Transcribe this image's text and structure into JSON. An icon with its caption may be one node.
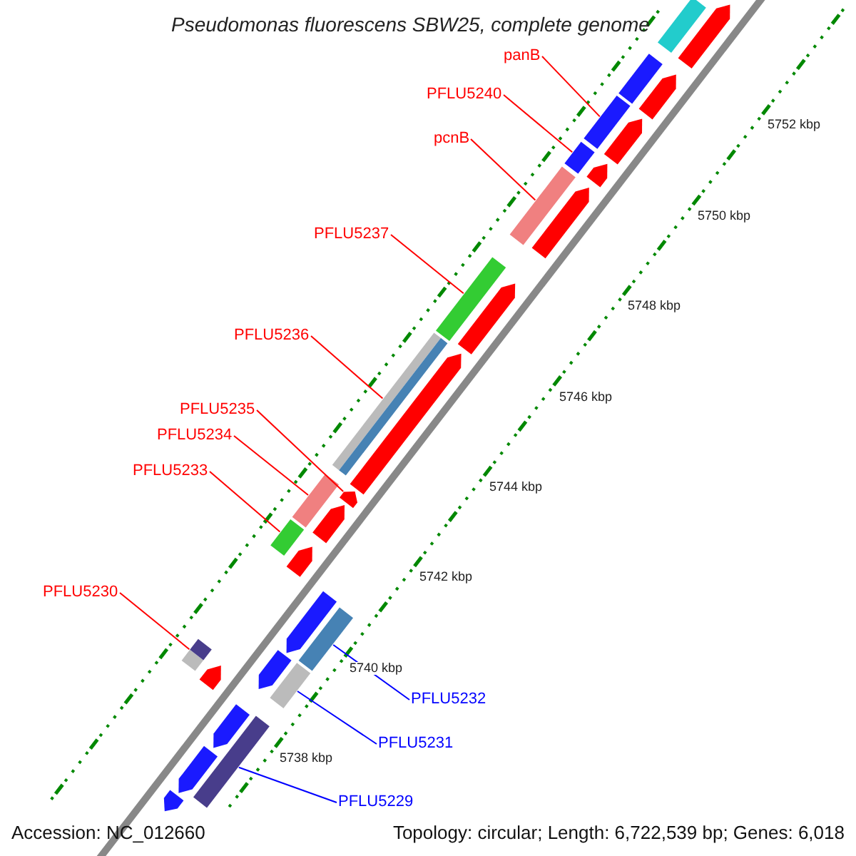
{
  "diagram": {
    "title": "Pseudomonas fluorescens SBW25, complete genome",
    "nodes": [
      {
        "text": [
          "panB"
        ]
      },
      {
        "text": [
          "PFLU5240"
        ]
      },
      {
        "text": [
          "pcnB"
        ]
      },
      {
        "text": [
          "PFLU5237"
        ]
      },
      {
        "text": [
          "PFLU5236"
        ]
      },
      {
        "text": [
          "PFLU5235"
        ]
      },
      {
        "text": [
          "PFLU5234"
        ]
      },
      {
        "text": [
          "PFLU5233"
        ]
      },
      {
        "text": [
          "PFLU5230"
        ]
      },
      {
        "text": [
          "PFLU5232"
        ]
      },
      {
        "text": [
          "PFLU5231"
        ]
      },
      {
        "text": [
          "PFLU5229"
        ]
      },
      {
        "text": [],
        "shape": "bar"
      },
      {
        "text": [],
        "shape": "bar"
      },
      {
        "text": [],
        "shape": "bar"
      },
      {
        "text": [],
        "shape": "bar"
      },
      {
        "text": [],
        "shape": "bar"
      },
      {
        "text": [],
        "shape": "arrow"
      },
      {
        "text": [],
        "shape": "bar"
      },
      {
        "text": [],
        "shape": "bar"
      },
      {
        "text": [],
        "shape": "bar"
      },
      {
        "text": [],
        "shape": "bar"
      },
      {
        "text": [],
        "shape": "bar"
      },
      {
        "text": [],
        "shape": "bar"
      },
      {
        "text": [],
        "shape": "bar"
      },
      {
        "text": [],
        "shape": "arrow"
      },
      {
        "text": [],
        "shape": "bar"
      },
      {
        "text": [],
        "shape": "arrow"
      },
      {
        "text": [],
        "shape": "arrow"
      },
      {
        "text": [],
        "shape": "arrow"
      },
      {
        "text": [],
        "shape": "arrow"
      },
      {
        "text": [],
        "shape": "arrow"
      },
      {
        "text": [],
        "shape": "arrow"
      },
      {
        "text": [],
        "shape": "arrow"
      },
      {
        "text": [],
        "shape": "arrow"
      },
      {
        "text": [],
        "shape": "arrow"
      },
      {
        "text": [],
        "shape": "arrow"
      },
      {
        "text": [],
        "shape": "arrow"
      },
      {
        "text": [],
        "shape": "arrow"
      },
      {
        "text": [],
        "shape": "arrow"
      },
      {
        "text": [],
        "shape": "arrow"
      }
    ],
    "edges": [
      {
        "from": 0,
        "to": 12,
        "arrow": "none"
      },
      {
        "from": 1,
        "to": 13,
        "arrow": "none"
      },
      {
        "from": 2,
        "to": 14,
        "arrow": "none"
      },
      {
        "from": 3,
        "to": 15,
        "arrow": "none"
      },
      {
        "from": 4,
        "to": 16,
        "arrow": "none"
      },
      {
        "from": 5,
        "to": 17,
        "arrow": "none"
      },
      {
        "from": 6,
        "to": 18,
        "arrow": "none"
      },
      {
        "from": 7,
        "to": 19,
        "arrow": "none"
      },
      {
        "from": 8,
        "to": 20,
        "arrow": "none"
      },
      {
        "from": 9,
        "to": 21,
        "arrow": "none",
        "color": "#0000ff"
      },
      {
        "from": 10,
        "to": 22,
        "arrow": "none",
        "color": "#0000ff"
      },
      {
        "from": 11,
        "to": 23,
        "arrow": "none",
        "color": "#0000ff"
      }
    ],
    "labels": [
      "5752 kbp",
      "5750 kbp",
      "5748 kbp",
      "5746 kbp",
      "5744 kbp",
      "5742 kbp",
      "5740 kbp",
      "5738 kbp",
      "Accession: NC_012660",
      "Topology: circular; Length: 6,722,539 bp; Genes: 6,018"
    ]
  }
}
